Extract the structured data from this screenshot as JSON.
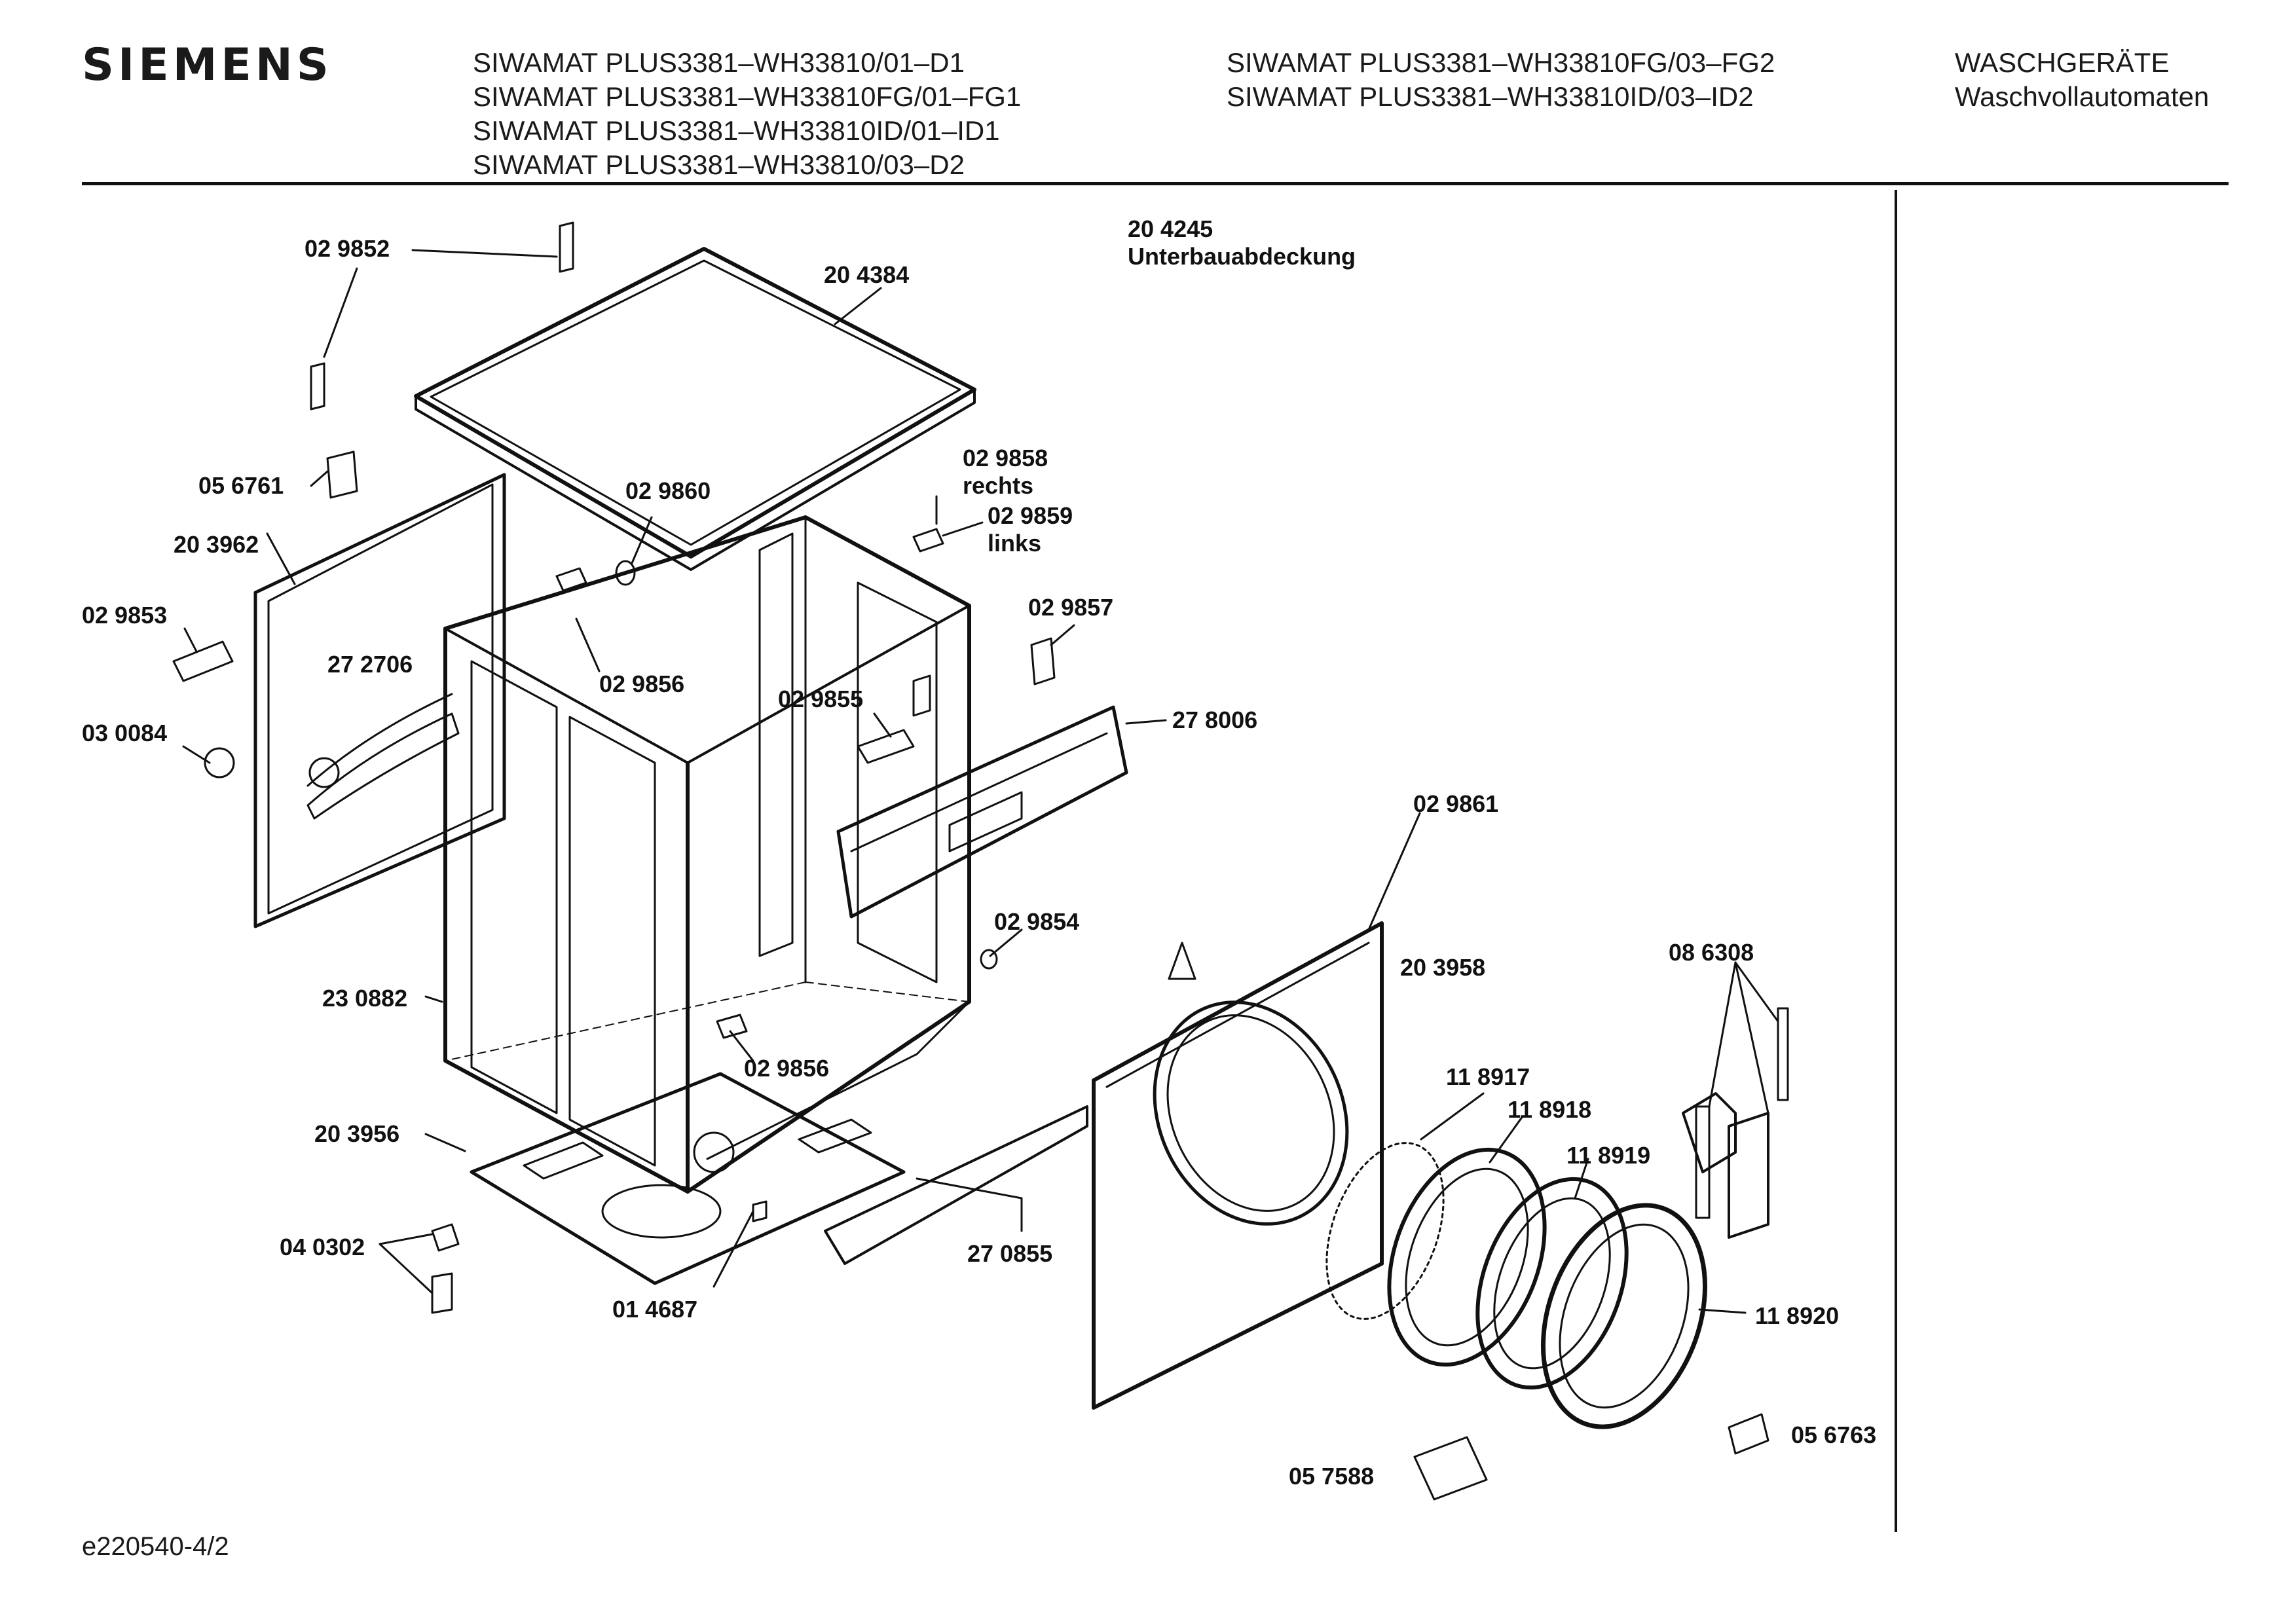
{
  "header": {
    "brand": "SIEMENS",
    "models_col1": [
      "SIWAMAT PLUS3381–WH33810/01–D1",
      "SIWAMAT PLUS3381–WH33810FG/01–FG1",
      "SIWAMAT PLUS3381–WH33810ID/01–ID1",
      "SIWAMAT PLUS3381–WH33810/03–D2"
    ],
    "models_col2": [
      "SIWAMAT PLUS3381–WH33810FG/03–FG2",
      "SIWAMAT PLUS3381–WH33810ID/03–ID2"
    ],
    "category": [
      "WASCHGERÄTE",
      "Waschvollautomaten"
    ]
  },
  "labels": {
    "p029852": "02 9852",
    "p204384": "20 4384",
    "p204245": "20 4245",
    "p204245_desc": "Unterbauabdeckung",
    "p056761": "05 6761",
    "p029860": "02 9860",
    "p029858": "02 9858",
    "p029858_desc": "rechts",
    "p029859": "02 9859",
    "p029859_desc": "links",
    "p203962": "20 3962",
    "p029853": "02 9853",
    "p029857": "02 9857",
    "p272706": "27 2706",
    "p029856a": "02 9856",
    "p029855": "02 9855",
    "p278006": "27 8006",
    "p030084": "03 0084",
    "p029861": "02 9861",
    "p029854": "02 9854",
    "p203958": "20 3958",
    "p086308": "08 6308",
    "p230882": "23 0882",
    "p029856b": "02 9856",
    "p118917": "11 8917",
    "p118918": "11 8918",
    "p118919": "11 8919",
    "p203956": "20 3956",
    "p040302": "04 0302",
    "p270855": "27 0855",
    "p014687": "01 4687",
    "p118920": "11 8920",
    "p056763": "05 6763",
    "p057588": "05 7588"
  },
  "footer": {
    "drawing_id": "e220540-4/2"
  },
  "colors": {
    "ink": "#111111",
    "paper": "#ffffff"
  }
}
